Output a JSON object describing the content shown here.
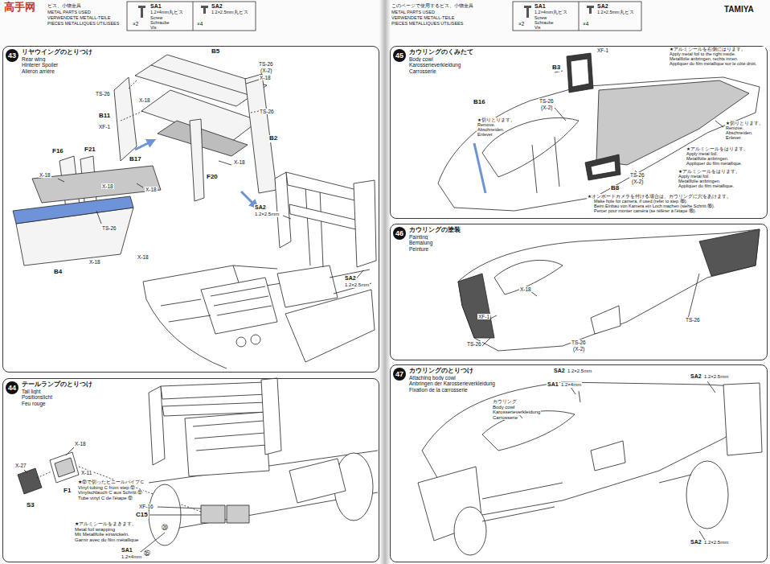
{
  "diagram": {
    "nodes": [
      {
        "text": [
          "43",
          "リヤウイングのとりつけ",
          "Rear wing",
          "Hinterer Spoiler",
          "Aileron arrière"
        ]
      },
      {
        "text": [
          "44",
          "テールランプのとりつけ",
          "Tail light",
          "Positionslicht",
          "Feu rouge"
        ]
      },
      {
        "text": [
          "45",
          "カウリングのくみたて",
          "Body cowl",
          "Karosserieverkleidung",
          "Carrosserie"
        ]
      },
      {
        "text": [
          "46",
          "カウリングの塗装",
          "Painting",
          "Bemalung",
          "Peinture"
        ]
      },
      {
        "text": [
          "47",
          "カウリングのとりつけ",
          "Attaching body cowl",
          "Anbringen der Karosserieverkleidung",
          "Fixation de la carrosserie"
        ]
      }
    ],
    "labels": [
      "高手网",
      "ビス、小物金具",
      "METAL PARTS USED",
      "VERWENDETE METALL-TEILE",
      "PIECES METALLIQUES UTILISEES",
      "SA1",
      "1.2×4mm丸ビス",
      "×2",
      "Screw",
      "Schraube",
      "Vis",
      "SA2",
      "1.2×2.5mm丸ビス",
      "×4",
      "このページで使用するビス、小物金具",
      "METAL PARTS USED",
      "VERWENDETE METALL-TEILE",
      "PIECES METALLIQUES UTILISEES",
      "SA1",
      "1.2×4mm丸ビス",
      "×2",
      "Screw",
      "Schraube",
      "Vis",
      "SA2",
      "1.2×2.5mm丸ビス",
      "×4",
      "TAMIYA",
      "B5",
      "TS-26",
      "(X-2)",
      "X-18",
      "TS-26",
      "X-18",
      "B11",
      "XF-1",
      "TS-26",
      "B2",
      "F16",
      "F21",
      "X-18",
      "B17",
      "X-18",
      "X-18",
      "TS-26",
      "B4",
      "X-18",
      "X-18",
      "F20",
      "X-18",
      "SA2",
      "1.2×2.5mm",
      "SA2",
      "1.2×2.5mm",
      "X-18",
      "X-27",
      "X-11",
      "S3",
      "F1",
      "★⑫で切ったビニールパイプC",
      "Vinyl tubing C from step ⑫",
      "Vinylschlauch C aus Schritt ⑫",
      "Tube vinyl C de l'étape ⑫",
      "XF-16",
      "C15",
      "★アルミシールをまきます。",
      "Metal foil wrapping",
      "Mit Metallfolie einwickeln.",
      "Garnir avec du film métallique",
      "SA1",
      "1.2×4mm",
      "⑳",
      "⑮",
      "XF-1",
      "B3",
      "TS-26",
      "(X-2)",
      "B16",
      "★アルミシールを右側にはります。",
      "Apply metal foil to the right inside.",
      "Metallfolie anbringen, rechts innen.",
      "Appliquer du film métallique sur le côté droit.",
      "★切りとります。",
      "Remove.",
      "Abschneiden.",
      "Enlever.",
      "★切りとります。",
      "Remove.",
      "Abschneiden.",
      "Enlever.",
      "★アルミシールをはります。",
      "Apply metal foil.",
      "Metallfolie anbringen.",
      "Appliquer du film métallique.",
      "★アルミシールをはります。",
      "Apply metal foil.",
      "Metallfolie anbringen.",
      "Appliquer du film métallique.",
      "TS-26",
      "(X-2)",
      "B8",
      "★オンボードカメラを付ける場合は、カウリングに穴をあけます。",
      "Make hole for camera, if used (refer to step ⑯).",
      "Beim Einbau von Kamera ein Loch machen (siehe Schritt ⑯).",
      "Percer pour monter caméra (se référer à l'étape ⑯).",
      "X-18",
      "XF-1",
      "TS-26",
      "TS-26",
      "(X-2)",
      "TS-26",
      "SA2",
      "1.2×2.5mm",
      "SA1",
      "1.2×4mm",
      "SA2",
      "1.2×2.5mm",
      "カウリング",
      "Body cowl",
      "Karosserieverkleidung",
      "Carrosserie",
      "SA2",
      "1.2×2.5mm"
    ]
  }
}
